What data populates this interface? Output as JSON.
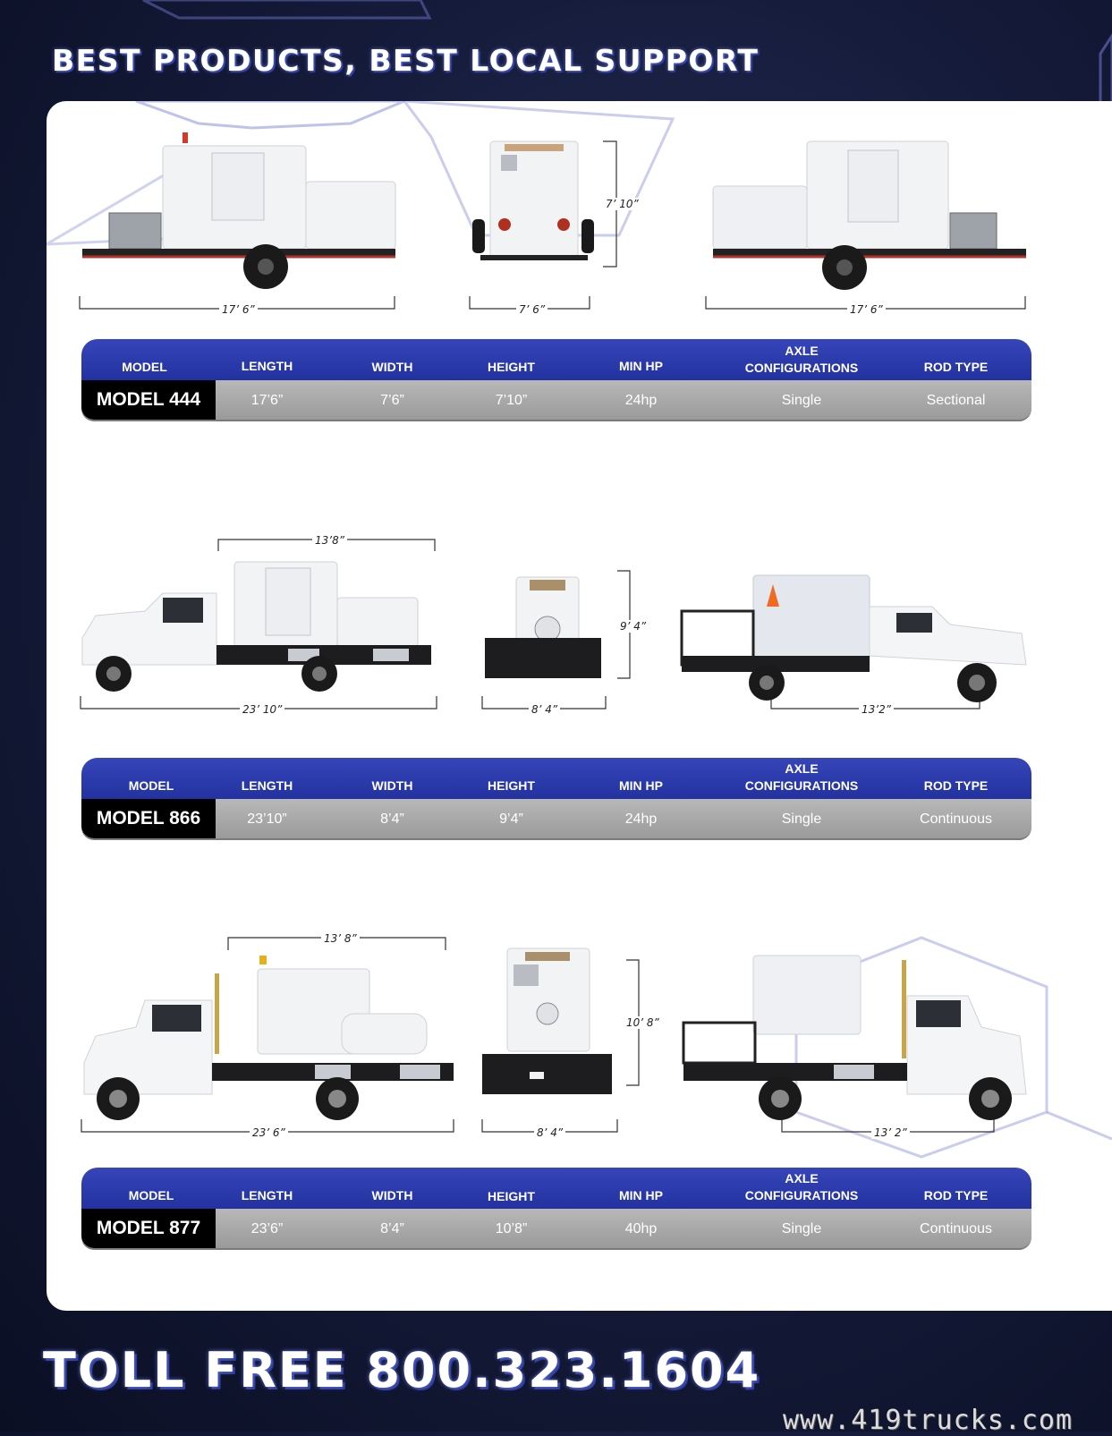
{
  "header": {
    "title": "BEST PRODUCTS, BEST LOCAL SUPPORT"
  },
  "table_headers": {
    "model": "MODEL",
    "length": "LENGTH",
    "width": "WIDTH",
    "height": "HEIGHT",
    "min_hp": "MIN HP",
    "axle_line1": "AXLE",
    "axle_line2": "CONFIGURATIONS",
    "rod_type": "ROD TYPE"
  },
  "models": [
    {
      "name": "MODEL 444",
      "length": "17’6”",
      "width": "7’6”",
      "height": "7’10”",
      "min_hp": "24hp",
      "axle": "Single",
      "rod_type": "Sectional",
      "dims": {
        "side_left": "17’ 6”",
        "rear_width": "7’ 6”",
        "rear_height": "7’ 10”",
        "side_right": "17’ 6”"
      }
    },
    {
      "name": "MODEL 866",
      "length": "23’10”",
      "width": "8’4”",
      "height": "9’4”",
      "min_hp": "24hp",
      "axle": "Single",
      "rod_type": "Continuous",
      "dims": {
        "body_top": "13’8”",
        "side_left": "23’ 10”",
        "rear_width": "8’ 4”",
        "rear_height": "9’ 4”",
        "side_right": "13’2”"
      }
    },
    {
      "name": "MODEL 877",
      "length": "23’6”",
      "width": "8’4”",
      "height": "10’8”",
      "min_hp": "40hp",
      "axle": "Single",
      "rod_type": "Continuous",
      "dims": {
        "body_top": "13’ 8”",
        "side_left": "23’ 6”",
        "rear_width": "8’ 4”",
        "rear_height": "10’ 8”",
        "side_right": "13’ 2”"
      }
    }
  ],
  "footer": {
    "phone": "TOLL FREE 800.323.1604",
    "website": "www.419trucks.com"
  },
  "colors": {
    "table_header_blue": "#2a38a8",
    "row_gray": "#a8a8a8",
    "model_black": "#000000"
  }
}
